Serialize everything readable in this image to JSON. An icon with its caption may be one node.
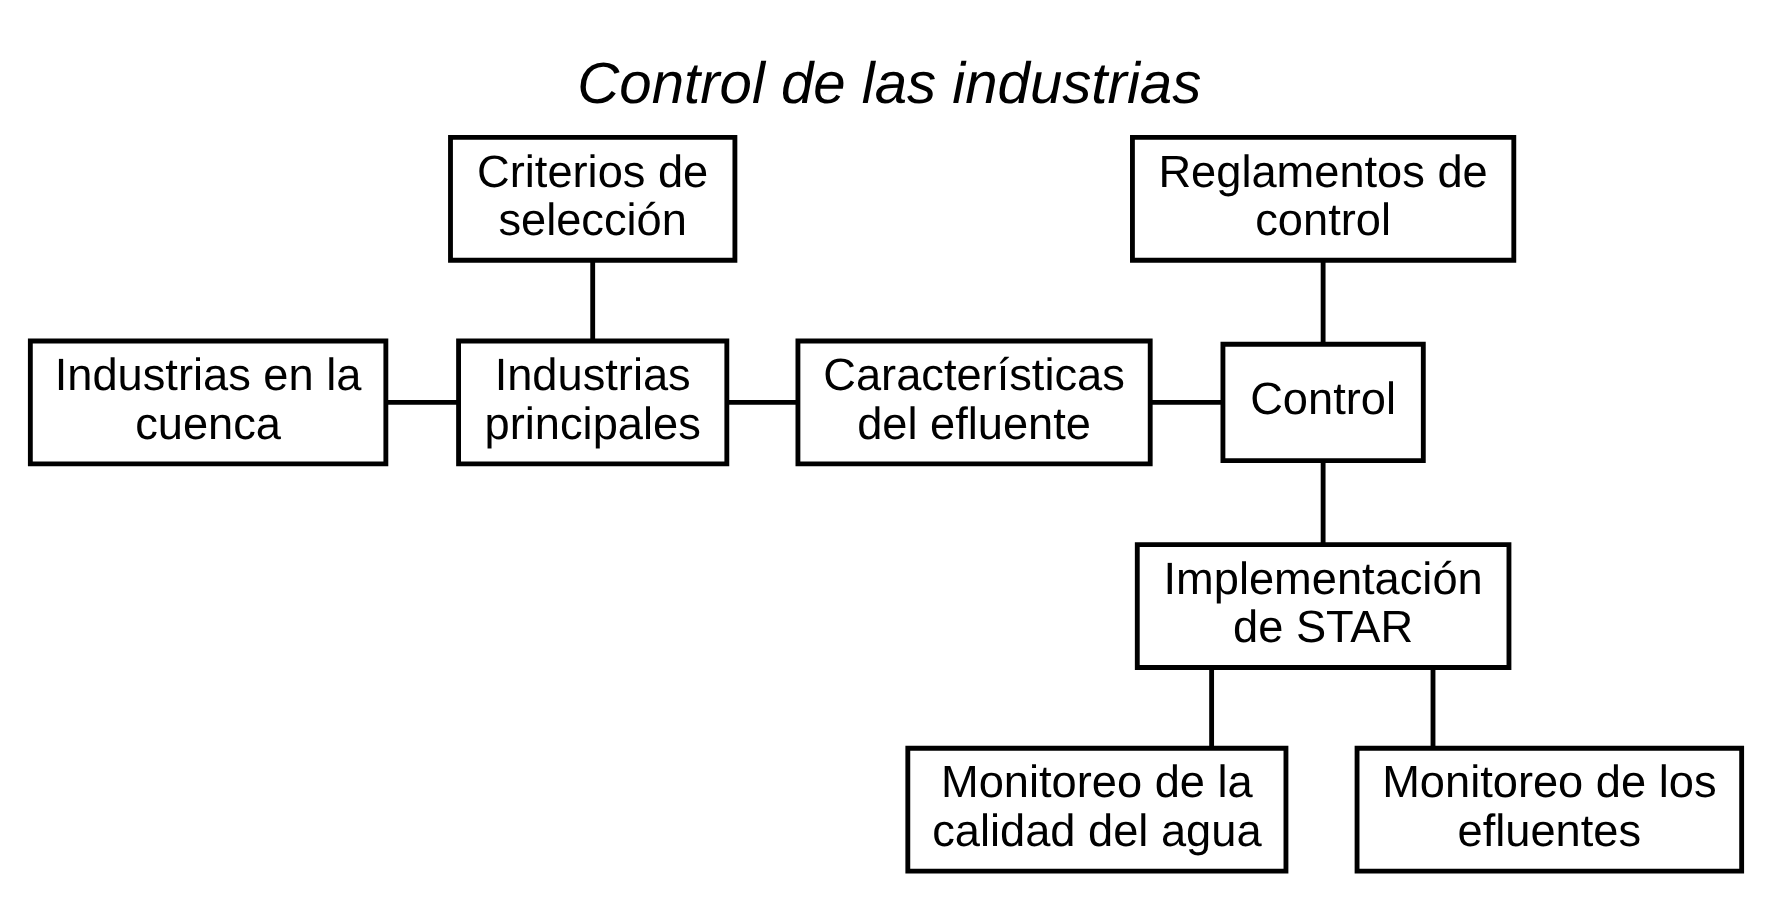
{
  "diagram": {
    "title": "Control de las industrias",
    "nodes": [
      {
        "text": [
          "Criterios de selección"
        ]
      },
      {
        "text": [
          "Industrias en la cuenca"
        ]
      },
      {
        "text": [
          "Industrias principales"
        ]
      },
      {
        "text": [
          "Características del efluente"
        ]
      },
      {
        "text": [
          "Reglamentos de control"
        ]
      },
      {
        "text": [
          "Control"
        ]
      },
      {
        "text": [
          "Implementación de STAR"
        ]
      },
      {
        "text": [
          "Monitoreo de la calidad del agua"
        ]
      },
      {
        "text": [
          "Monitoreo de los efluentes"
        ]
      }
    ],
    "edges": [
      {
        "from": 1,
        "to": 2,
        "arrow": "none"
      },
      {
        "from": 0,
        "to": 2,
        "arrow": "none"
      },
      {
        "from": 2,
        "to": 3,
        "arrow": "none"
      },
      {
        "from": 3,
        "to": 5,
        "arrow": "none"
      },
      {
        "from": 4,
        "to": 5,
        "arrow": "none"
      },
      {
        "from": 5,
        "to": 6,
        "arrow": "none"
      },
      {
        "from": 6,
        "to": 7,
        "arrow": "none"
      },
      {
        "from": 6,
        "to": 8,
        "arrow": "none"
      }
    ]
  }
}
